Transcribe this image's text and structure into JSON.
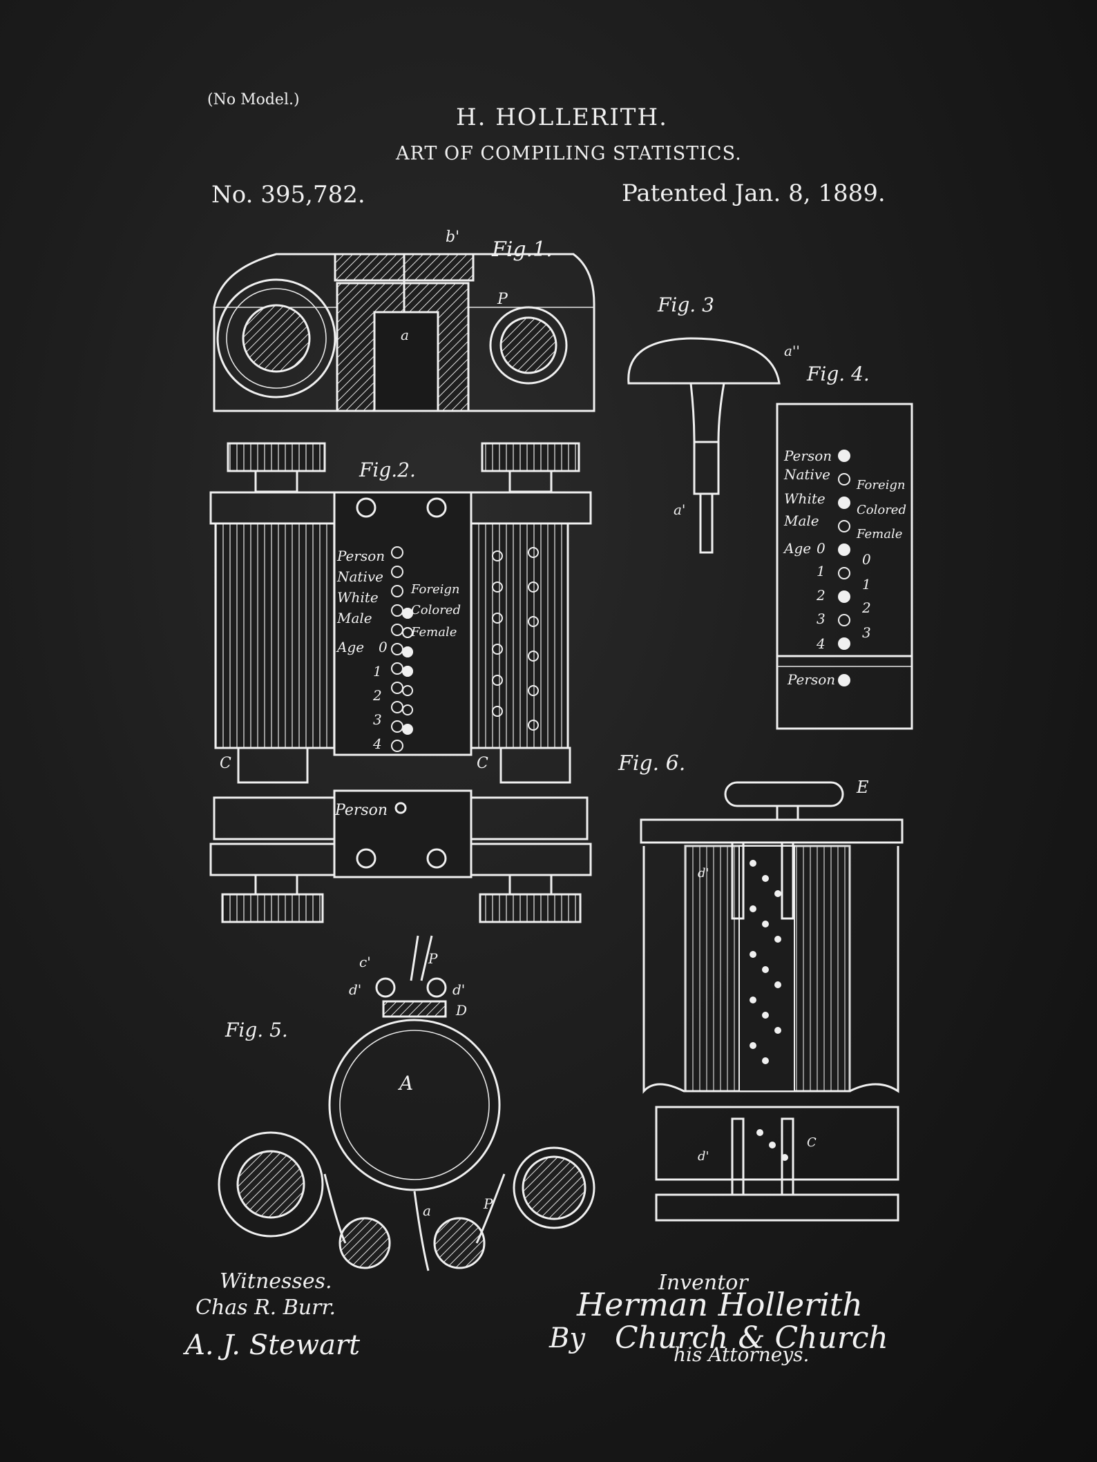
{
  "header": {
    "no_model": "(No Model.)",
    "inventor_name": "H. HOLLERITH.",
    "title": "ART OF COMPILING STATISTICS.",
    "patent_number": "No. 395,782.",
    "patent_date": "Patented Jan. 8, 1889."
  },
  "figures": {
    "fig1": "Fig.1.",
    "fig2": "Fig.2.",
    "fig3": "Fig. 3",
    "fig4": "Fig. 4.",
    "fig5": "Fig. 5.",
    "fig6": "Fig. 6."
  },
  "card_labels": {
    "left": [
      "Person",
      "Native",
      "White",
      "Male",
      "Age"
    ],
    "right": [
      "Foreign",
      "Colored",
      "Female"
    ],
    "digits": [
      "0",
      "1",
      "2",
      "3",
      "4"
    ]
  },
  "witnesses": {
    "label": "Witnesses.",
    "sig1": "Chas R. Burr.",
    "sig2": "A. J. Stewart"
  },
  "inventor": {
    "label": "Inventor",
    "signature": "Herman Hollerith",
    "by": "By",
    "attorneys_sig": "Church & Church",
    "attorneys_label": "his Attorneys."
  },
  "colors": {
    "background": "#1c1c1c",
    "ink": "#f0f0f0"
  }
}
